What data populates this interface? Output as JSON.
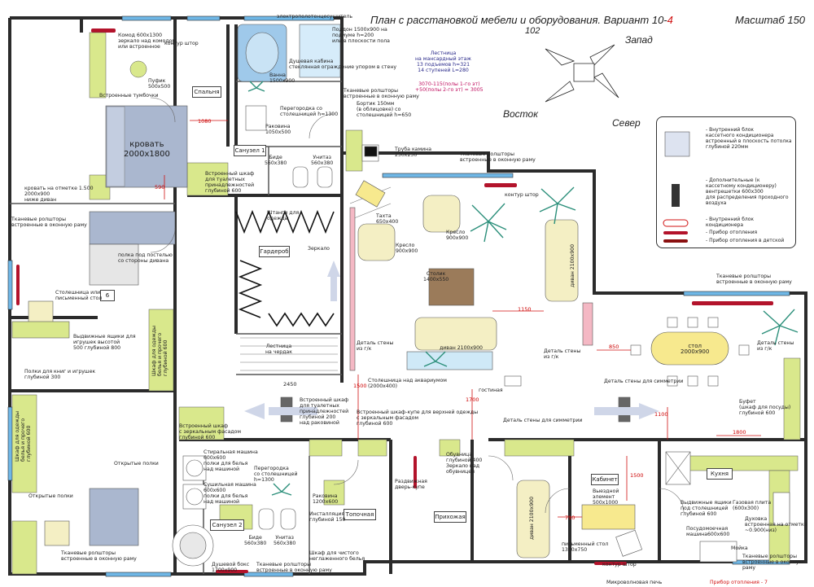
{
  "header": {
    "title": "План с расстановкой мебели и оборудования. Вариант 10-",
    "title_version": "4",
    "title_sub": "102",
    "scale": "Масштаб 150"
  },
  "compass": {
    "west": "Запад",
    "east": "Восток",
    "north": "Север"
  },
  "labels": {
    "electric_towel": "электрополотенцесушитель",
    "tray": "Поддон 1500х900 на\nподиуме h=200\nили в плоскости пола",
    "shower_cabin": "Душевая кабина\nстеклянная ограждение упором в стену",
    "bath": "Ванна\n1500х900",
    "fabric_rollers_bath": "Тканевые ролшторы\nвстроенные в оконную раму",
    "sill": "Бортик 150мм\n(в облицовке) со\nстолешницей h=650",
    "partition_1": "Перегородка со\nстолешницей h=1300",
    "sink_1": "Раковина\n1050х500",
    "bidet_1": "Биде\n560х380",
    "toilet_1": "Унитаз\n560х380",
    "wc1": "Санузел 1",
    "chest": "Комод 600х1300\nзеркало над комодом\nили встроенное",
    "curtain_rail_bed": "контур штор",
    "pouf": "Пуфик\n500х500",
    "bedside": "Встроенные тумбочки",
    "bedroom": "Спальня",
    "bed": "кровать\n2000х1800",
    "dim_1080": "1080",
    "dim_590": "590",
    "wardrobe_bed": "Встроенный шкаф\nдля туалетных\nпринадлежностей\nглубиной 600",
    "bed_15": "кровать на отметке 1.500\n2000х900\nниже диван",
    "fabric_rollers_left": "Тканевые ролшторы\nвстроенные в оконную раму",
    "shelf_divan": "полка под постелью\nсо стороны дивана",
    "desk": "Столешница или\nписьменный стол",
    "six": "6",
    "drawers": "Выдвижные ящики для\nигрушек высотой\n500 глубиной 800",
    "wardrobe_linen": "Шкаф для одежды\nбелья и прочего\nглубиной 600",
    "book_shelves": "Полки для книг и игрушек\nглубиной 300",
    "wardrobe_left": "Шкаф для одежды\nбелья и прочего\nглубиной 600",
    "open_shelves_left": "Открытые полки",
    "open_shelves_mid": "Открытые полки",
    "fabric_rollers_bottom": "Тканевые ролшторы\nвстроенные в оконную раму",
    "wardrobe_hall": "Встроенный шкаф\nс зеркальным фасадом\nглубиной 600",
    "washer": "Стиральная машина\n600х600\nполки для белья\nнад машиной",
    "dryer": "Сушильная машина\n600х600\nполки для белья\nнад машиной",
    "partition_2": "Перегородка\nсо столешницей\nh=1300",
    "wc2": "Санузел 2",
    "bidet_2": "Биде\n560х380",
    "toilet_2": "Унитаз\n560х380",
    "shower_box": "Душевой бокс\n1700х900",
    "fabric_rollers_wc2": "Тканевые ролшторы\nвстроенные в оконную раму",
    "sink_2": "Раковина\n1200х600",
    "installation": "Инсталляция\nглубиной 150",
    "furnace": "Топочная",
    "wardrobe_dirty": "Шкаф для чистого\nнеглаженного белья",
    "wardrobe_toilet_acc": "Встроенный шкаф\nдля туалетных\nпринадлежностей\nглубиной 200\nнад раковиной",
    "wardrobe_coupe": "Встроенный шкаф-купе для верхней одежды\nс зеркальным фасадом\nглубиной 600",
    "sliding_door": "Раздвижная\nдверь-купе",
    "shoes": "Обувница\nглубиной 400\nЗеркало над\nобувницей",
    "hallway": "Прихожая",
    "wardrobe_room": "Гардероб",
    "mirror": "Зеркало",
    "wardrobe_rods": "Штанги для\nодежды",
    "attic_stairs": "Лестница\nна чердак",
    "dim_2450": "2450",
    "stair_attic": "Лестница\nна мансардный этаж\n13 подъемов h=321\n14 ступеней L=280",
    "stair_calc": "3070-115(полы 1-го эт)\n+50(полы 2-го эт) = 3005",
    "chimney": "Труба камина\n250х250",
    "fabric_rollers_living": "Тканевые ролшторы\nвстроенные в оконную раму",
    "curtain_rail_living": "контур штор",
    "ottoman": "Тахта\n650х400",
    "armchair_1": "Кресло\n900х900",
    "armchair_2": "Кресло\n900х900",
    "coffee_table": "Столик\n1400х550",
    "sofa_right": "диван 2100х900",
    "dim_1150": "1150",
    "sofa_bottom": "диван 2100х900",
    "wall_detail_1": "Деталь стены\nиз г/к",
    "wall_detail_2": "Деталь стены\nиз г/к",
    "wall_detail_3": "Деталь стены\nиз г/к",
    "desk_aquarium": "Столешница над аквариумом\n(2000х400)",
    "living": "гостиная",
    "dim_1500": "1500",
    "dim_1700": "1700",
    "wall_symmetry_1": "Деталь стены для симметрии",
    "wall_symmetry_2": "Деталь стены для симметрии",
    "fabric_rollers_dining": "Тканевые ролшторы\nвстроенные в оконную раму",
    "dim_850": "850",
    "table": "стол\n2000х900",
    "buffet": "Буфет\n(шкаф для посуды)\nглубиной 600",
    "dim_1800": "1800",
    "dim_1100": "1100",
    "office": "Кабинет",
    "pullout": "Выездной\nэлемент\n500х1000",
    "sofa_office": "диван 2100х900",
    "dim_710": "710",
    "dim_1500b": "1500",
    "writing_desk": "письменный стол\n1300х750",
    "rail_office": "контур штор",
    "microwave": "Микроволновая печь",
    "kitchen": "Кухня",
    "kitchen_drawers": "Выдвижные ящики\nпод столешницей\nглубиной 600",
    "hob": "Газовая плита\n(600х300)",
    "oven": "Духовка\nвстроенная на отметке\n~0.900(низ)",
    "dishwasher": "Посудомоечная\nмашина600х600",
    "sink_kitchen": "Мойка",
    "fabric_rollers_kitchen": "Тканевые ролшторы\nвстроенные в оконную раму",
    "heater_kids": "Прибор отопления - 7"
  },
  "legend": {
    "ac_cassette": "- Внутренний блок\nкассетного кондиционера\nвстроенный в плоскость потолка\nглубиной 220мм",
    "ac_grid": "- Дополнительные (к\nкассетному кондиционеру)\nвентрешетки 600х300\nдля распределения проходного\nвоздуха",
    "ac_wall": "- Внутренний блок\nкондиционера",
    "heater": "- Прибор отопления",
    "heater_kids": "- Прибор отопления в детской"
  },
  "colors": {
    "wall": "#2b2b2b",
    "cabinet": "#d9e88c",
    "bed": "#aab7cf",
    "window": "#6fb7e6",
    "heater": "#b3132b",
    "furniture": "#f4efc4",
    "table": "#9b7b5a",
    "pink": "#f4b8c4",
    "plant": "#2b8f7a",
    "accent_red": "#d01010"
  }
}
